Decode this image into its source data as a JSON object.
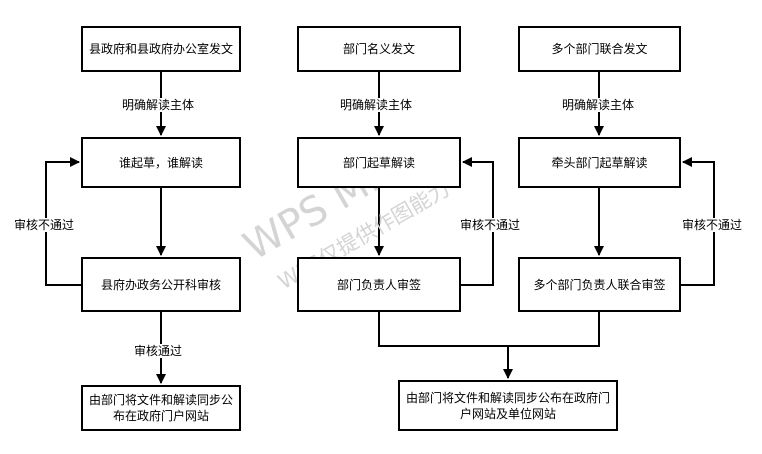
{
  "boxes": {
    "c1_source": "县政府和县政府办公室发文",
    "c1_draft": "谁起草，谁解读",
    "c1_review": "县府办政务公开科审核",
    "c1_publish": "由部门将文件和解读同步公布在政府门户网站",
    "c2_source": "部门名义发文",
    "c2_draft": "部门起草解读",
    "c2_sign": "部门负责人审签",
    "c3_source": "多个部门联合发文",
    "c3_draft": "牵头部门起草解读",
    "c3_sign": "多个部门负责人联合审签",
    "merged_publish": "由部门将文件和解读同步公布在政府门户网站及单位网站"
  },
  "labels": {
    "c1_subject": "明确解读主体",
    "c1_reject": "审核不通过",
    "c1_pass": "审核通过",
    "c2_subject": "明确解读主体",
    "c2_reject": "审核不通过",
    "c3_subject": "明确解读主体",
    "c3_reject": "审核不通过"
  },
  "watermark": {
    "line1": "WPS Mind",
    "line2": "WPS仅提供作图能力"
  }
}
